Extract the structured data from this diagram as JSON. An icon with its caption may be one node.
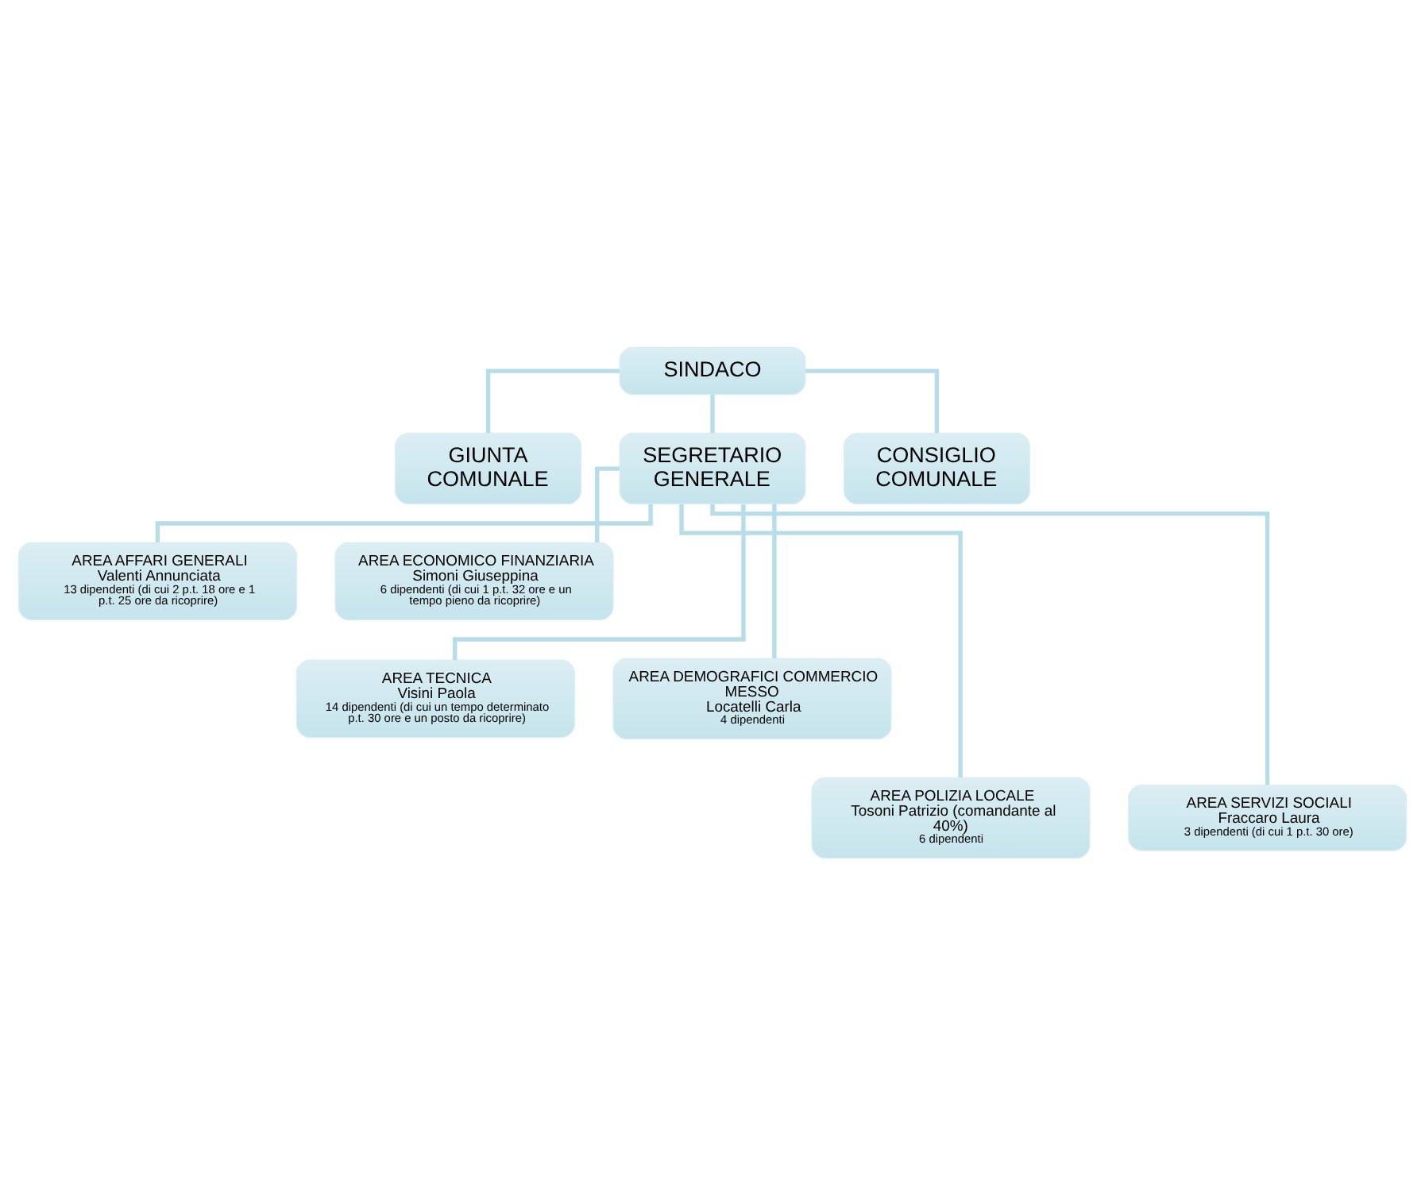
{
  "diagram": {
    "nodes": [
      {
        "text": [
          "SINDACO"
        ]
      },
      {
        "text": [
          "GIUNTA COMUNALE"
        ]
      },
      {
        "text": [
          "SEGRETARIO GENERALE"
        ]
      },
      {
        "text": [
          "CONSIGLIO COMUNALE"
        ]
      },
      {
        "text": [
          "AREA AFFARI GENERALI",
          "Valenti Annunciata",
          "13 dipendenti (di cui 2 p.t. 18 ore e 1 p.t. 25 ore da ricoprire)"
        ]
      },
      {
        "text": [
          "AREA ECONOMICO FINANZIARIA",
          "Simoni Giuseppina",
          "6 dipendenti (di cui 1 p.t. 32 ore e un tempo pieno da ricoprire)"
        ]
      },
      {
        "text": [
          "AREA TECNICA",
          "Visini Paola",
          "14 dipendenti (di cui un tempo determinato p.t. 30 ore e un posto da ricoprire)"
        ]
      },
      {
        "text": [
          "AREA DEMOGRAFICI COMMERCIO MESSO",
          "Locatelli Carla",
          "4 dipendenti"
        ]
      },
      {
        "text": [
          "AREA POLIZIA LOCALE",
          "Tosoni Patrizio (comandante al 40%)",
          "6 dipendenti"
        ]
      },
      {
        "text": [
          "AREA SERVIZI SOCIALI",
          "Fraccaro Laura",
          "3 dipendenti (di cui 1 p.t. 30 ore)"
        ]
      }
    ],
    "edges": [
      {
        "from": 0,
        "to": 1,
        "arrow": "none"
      },
      {
        "from": 0,
        "to": 2,
        "arrow": "none"
      },
      {
        "from": 0,
        "to": 3,
        "arrow": "none"
      },
      {
        "from": 2,
        "to": 4,
        "arrow": "none"
      },
      {
        "from": 2,
        "to": 5,
        "arrow": "none"
      },
      {
        "from": 2,
        "to": 6,
        "arrow": "none"
      },
      {
        "from": 2,
        "to": 7,
        "arrow": "none"
      },
      {
        "from": 2,
        "to": 8,
        "arrow": "none"
      },
      {
        "from": 2,
        "to": 9,
        "arrow": "none"
      }
    ]
  }
}
